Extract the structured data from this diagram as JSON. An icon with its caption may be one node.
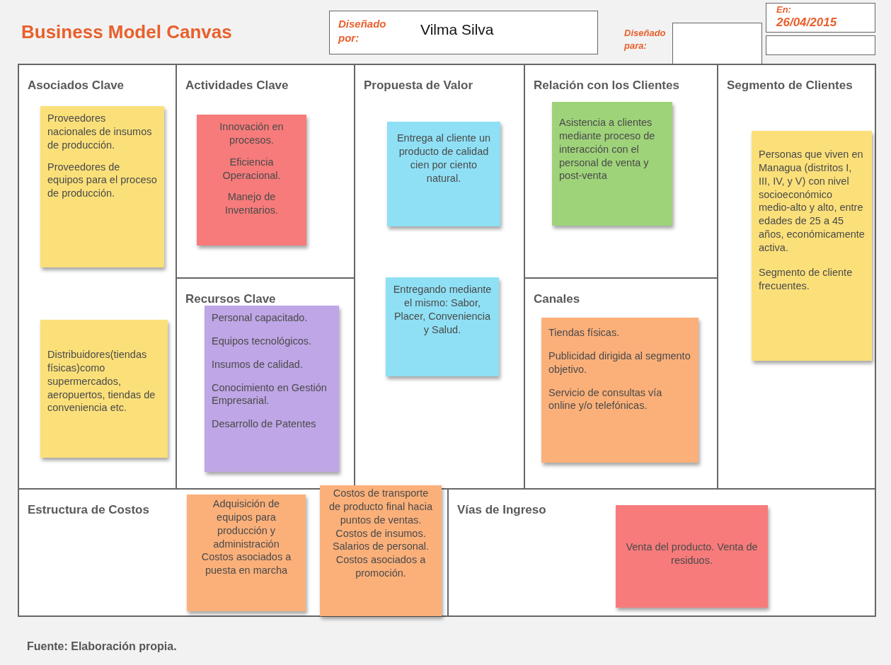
{
  "diagram": {
    "title": "Business Model Canvas",
    "caption": "Fuente: Elaboración propia.",
    "nodes": [
      {
        "text": [
          "Diseñado por:",
          "Vilma Silva"
        ]
      },
      {
        "text": [
          "Diseñado para:"
        ]
      },
      {
        "text": [
          "En:",
          "26/04/2015"
        ]
      },
      {
        "text": [],
        "shape": "box"
      },
      {
        "text": [
          "Asociados Clave"
        ]
      },
      {
        "text": [
          "Proveedores nacionales de insumos de producción.",
          "Proveedores de equipos para el proceso de producción."
        ],
        "in": 4
      },
      {
        "text": [
          "Distribuidores(tiendas físicas)como supermercados, aeropuertos, tiendas de conveniencia etc."
        ],
        "in": 4
      },
      {
        "text": [
          "Actividades Clave"
        ]
      },
      {
        "text": [
          "Innovación en procesos.",
          "Eficiencia Operacional.",
          "Manejo de Inventarios."
        ],
        "in": 7
      },
      {
        "text": [
          "Recursos Clave"
        ]
      },
      {
        "text": [
          "Personal capacitado.",
          "Equipos tecnológicos.",
          "Insumos de calidad.",
          "Conocimiento en Gestión Empresarial.",
          "Desarrollo de Patentes"
        ],
        "in": 9
      },
      {
        "text": [
          "Propuesta de Valor"
        ]
      },
      {
        "text": [
          "Entrega al cliente un producto de calidad cien por ciento natural."
        ],
        "in": 11
      },
      {
        "text": [
          "Entregando mediante el mismo: Sabor, Placer, Conveniencia y Salud."
        ],
        "in": 11
      },
      {
        "text": [
          "Relación con los Clientes"
        ]
      },
      {
        "text": [
          "Asistencia a clientes mediante proceso de interacción con el personal de venta y post-venta"
        ],
        "in": 14
      },
      {
        "text": [
          "Canales"
        ]
      },
      {
        "text": [
          "Tiendas  físicas.",
          "Publicidad dirigida al segmento objetivo.",
          "Servicio de consultas vía online y/o telefónicas."
        ],
        "in": 16
      },
      {
        "text": [
          "Segmento de Clientes"
        ]
      },
      {
        "text": [
          "Personas que viven en Managua (distritos I, III, IV, y V) con nivel socioeconómico medio-alto y alto, entre edades de 25 a 45 años, económicamente activa.",
          "Segmento de cliente frecuentes."
        ],
        "in": 18
      },
      {
        "text": [
          "Estructura de Costos"
        ]
      },
      {
        "text": [
          "Adquisición de equipos para producción y administración",
          "Costos asociados a puesta en marcha"
        ],
        "in": 20
      },
      {
        "text": [
          "Costos de transporte de producto final hacia puntos de ventas.",
          "Costos de insumos.",
          "Salarios de personal.",
          "Costos asociados a promoción."
        ],
        "in": 20
      },
      {
        "text": [
          "Vías de Ingreso"
        ]
      },
      {
        "text": [
          "Venta del producto. Venta de residuos."
        ],
        "in": 23
      }
    ]
  }
}
